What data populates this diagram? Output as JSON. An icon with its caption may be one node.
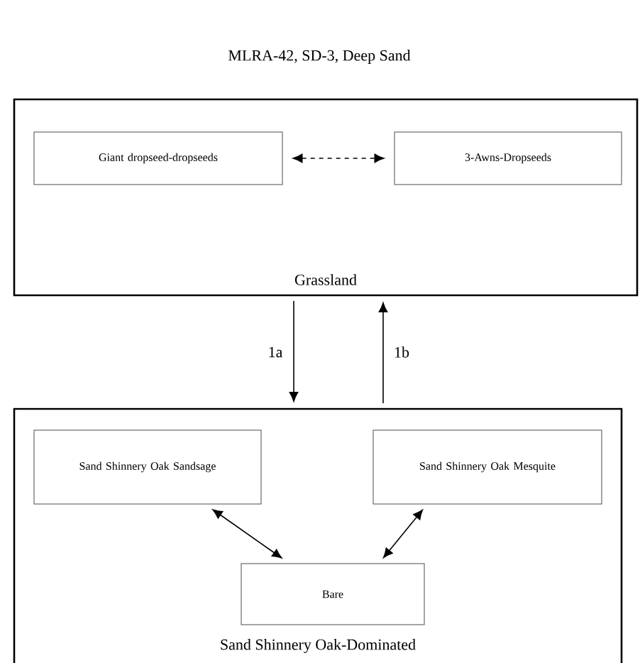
{
  "diagram": {
    "title": "MLRA-42, SD-3, Deep Sand",
    "nodes": [
      {
        "text": [
          "Grassland"
        ]
      },
      {
        "text": [
          "Giant dropseed-dropseeds"
        ],
        "in": 0
      },
      {
        "text": [
          "3-Awns-Dropseeds"
        ],
        "in": 0
      },
      {
        "text": [
          "Sand Shinnery Oak-Dominated"
        ]
      },
      {
        "text": [
          "Sand Shinnery Oak Sandsage"
        ],
        "in": 3
      },
      {
        "text": [
          "Sand Shinnery Oak Mesquite"
        ],
        "in": 3
      },
      {
        "text": [
          "Bare"
        ],
        "in": 3
      }
    ],
    "edges": [
      {
        "from": 1,
        "to": 2,
        "arrow": "both",
        "style": "dashed"
      },
      {
        "from": 0,
        "to": 3,
        "arrow": "to",
        "label": "1a"
      },
      {
        "from": 3,
        "to": 0,
        "arrow": "to",
        "label": "1b"
      },
      {
        "from": 4,
        "to": 6,
        "arrow": "both"
      },
      {
        "from": 5,
        "to": 6,
        "arrow": "both"
      }
    ]
  }
}
